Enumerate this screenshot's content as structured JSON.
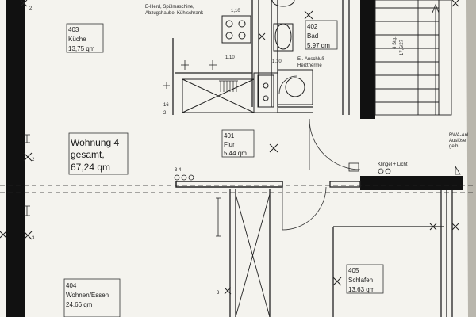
{
  "plan": {
    "apartment": {
      "line1": "Wohnung 4",
      "line2": "gesamt,",
      "line3": "67,24 qm"
    },
    "rooms": [
      {
        "id": "kueche",
        "number": "403",
        "name": "Küche",
        "area": "13,75 qm"
      },
      {
        "id": "bad",
        "number": "402",
        "name": "Bad",
        "area": "5,97 qm"
      },
      {
        "id": "flur",
        "number": "401",
        "name": "Flur",
        "area": "5,44 qm"
      },
      {
        "id": "wohnen",
        "number": "404",
        "name": "Wohnen/Essen",
        "area": "24,66 qm"
      },
      {
        "id": "schlafen",
        "number": "405",
        "name": "Schlafen",
        "area": "13,63 qm"
      }
    ],
    "kitchen_note": {
      "line1": "E-Herd, Spülmaschine,",
      "line2": "Abzugshaube, Kühlschrank"
    },
    "bath_note": {
      "line1": "El.-Anschluß",
      "line2": "Heiztherme"
    },
    "dimensions": {
      "top_1": "1,10",
      "top_2": "1,10",
      "side": "1,10",
      "stair_1": "8 Stg.",
      "stair_2": "17,5/27"
    },
    "rwa_note": {
      "line1": "RWA-Anl.",
      "line2": "Auslöse",
      "line3": "geib"
    },
    "bell_note": "Klingel + Licht",
    "symbols": {
      "mark_2a": "2",
      "mark_2b": "2",
      "mark_3a": "3",
      "mark_3b": "3",
      "mark_34": "3 4",
      "mark_16": "16",
      "mark_2c": "2"
    },
    "colors": {
      "paper": "#f4f3ee",
      "wall": "#111111",
      "line": "#222222",
      "background": "#b9b6ad"
    }
  }
}
